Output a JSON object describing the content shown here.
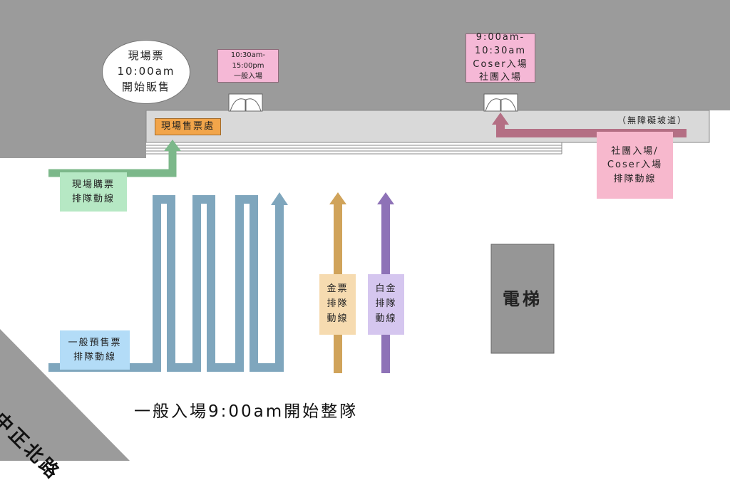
{
  "colors": {
    "building": "#9b9b9b",
    "corridor": "#d9d9d9",
    "general_line": "#7fa6bd",
    "gold_line": "#d0a35a",
    "platinum_line": "#8e72b7",
    "onsite_line": "#7cb88a",
    "club_line": "#b46f84",
    "elevator": "#969696"
  },
  "labels": {
    "onsite_ticket_bubble": "現場票\n10:00am\n開始販售",
    "general_entry_sign": "10:30am-15:00pm\n一般入場",
    "coser_entry_sign": "9:00am-10:30am\nCoser入場\n社團入場",
    "ticket_booth": "現場售票處",
    "barrier_free_ramp": "（無障礙坡道）",
    "onsite_purchase_queue": "現場購票\n排隊動線",
    "club_coser_queue": "社團入場/\nCoser入場\n排隊動線",
    "presale_queue": "一般預售票\n排隊動線",
    "gold_queue": "金票\n排隊\n動線",
    "platinum_queue": "白金\n排隊\n動線",
    "elevator": "電梯",
    "general_entry_time": "一般入場9:00am開始整隊",
    "street_name": "中正北路"
  }
}
